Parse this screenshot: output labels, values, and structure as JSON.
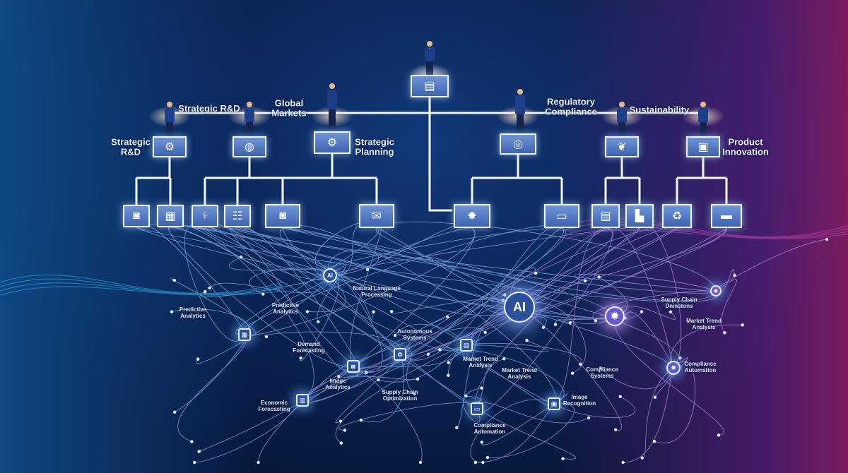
{
  "org": {
    "top_icon": "document-icon",
    "person_labels": [
      {
        "text": "Strategic R&D"
      },
      {
        "text": "Global Markets"
      },
      {
        "text": "Regulatory Compliance"
      },
      {
        "text": "Sustainability"
      }
    ],
    "box_labels": [
      {
        "text": "Strategic R&D"
      },
      {
        "text": "Strategic Planning"
      },
      {
        "text": "Product Innovation"
      }
    ],
    "level2_icons": [
      "gear-icon",
      "globe-icon",
      "settings-icon",
      "target-icon",
      "leaf-icon",
      "box-icon"
    ],
    "level3_icons": [
      "camera-icon",
      "image-icon",
      "lightbulb-icon",
      "team-icon",
      "camera-icon",
      "mail-icon",
      "gear-icon",
      "monitor-icon",
      "clipboard-icon",
      "factory-icon",
      "recycle-icon",
      "bed-icon"
    ]
  },
  "network": {
    "ai_main": "AI",
    "ai_small": "AI",
    "labels": [
      "Natural Language Processing",
      "Predictive Analytics",
      "Predictive Analytics",
      "Demand Forecasting",
      "Autonomous Systems",
      "Image Analytics",
      "Economic Forecasting",
      "Supply Chain Optimization",
      "Market Trend Analysis",
      "Market Trend Analysis",
      "Compliance Automation",
      "Image Recognition",
      "Compliance Systems",
      "Supply Chain Dninstons",
      "Market Trend Analysis",
      "Compliance Automation"
    ]
  },
  "colors": {
    "background": "#0b2456",
    "accent_left": "#1e8cd2",
    "accent_right": "#b0207a",
    "line": "#e8f2ff"
  }
}
